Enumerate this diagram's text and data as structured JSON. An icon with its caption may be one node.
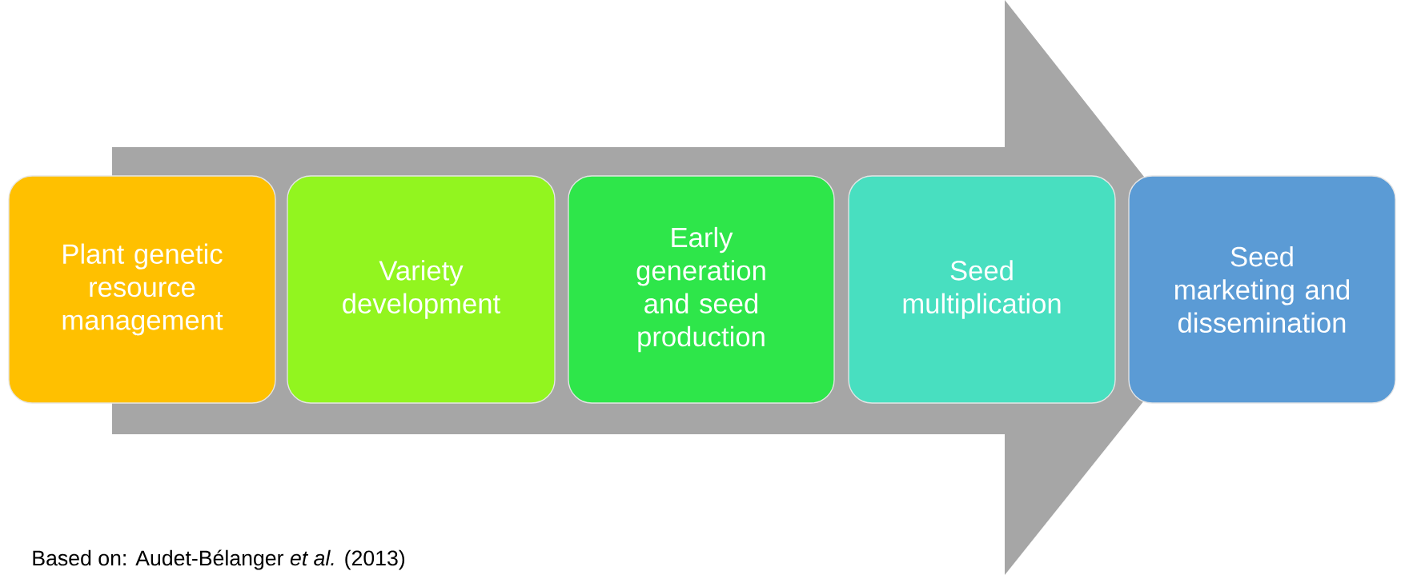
{
  "diagram": {
    "caption": "Based on: Audet-Bélanger *et al.* (2013)",
    "nodes": [
      {
        "text": [
          "Plant genetic resource management"
        ]
      },
      {
        "text": [
          "Variety development"
        ]
      },
      {
        "text": [
          "Early generation and seed production"
        ]
      },
      {
        "text": [
          "Seed multiplication"
        ]
      },
      {
        "text": [
          "Seed marketing and dissemination"
        ]
      }
    ],
    "edges": [
      {
        "from": 0,
        "to": 4,
        "arrow": "to",
        "style": "thick"
      }
    ]
  }
}
